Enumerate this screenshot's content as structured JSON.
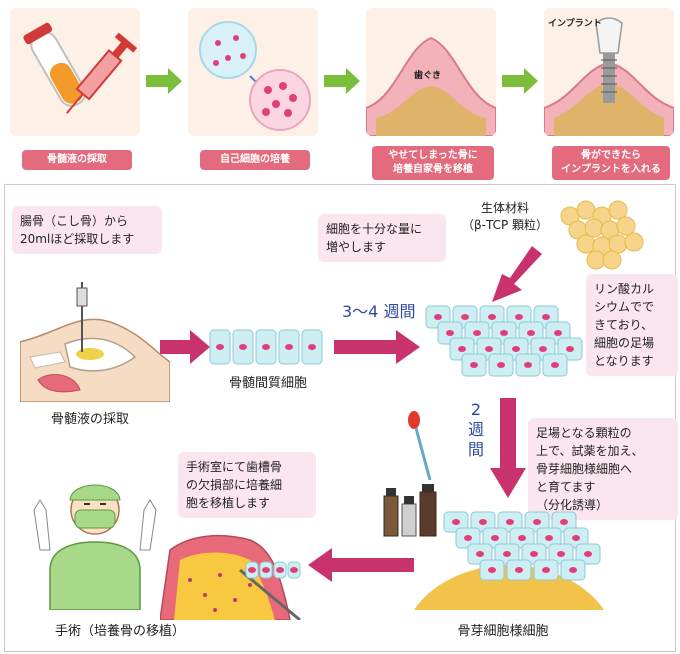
{
  "top_steps": [
    {
      "caption": "骨髄液の採取"
    },
    {
      "caption": "自己細胞の培養"
    },
    {
      "caption_lines": [
        "やせてしまった骨に",
        "培養自家骨を移植"
      ],
      "sub_label": "歯ぐき"
    },
    {
      "caption_lines": [
        "骨ができたら",
        "インプラントを入れる"
      ],
      "sub_label": "インプラント"
    }
  ],
  "notes": {
    "iliac": [
      "腸骨（こし骨）から",
      "20mlほど採取します"
    ],
    "increase": [
      "細胞を十分な量に",
      "増やします"
    ],
    "material_title": [
      "生体材料",
      "（β-TCP 顆粒）"
    ],
    "calcium": [
      "リン酸カル",
      "シウムでで",
      "きており、",
      "細胞の足場",
      "となります"
    ],
    "scaffold": [
      "足場となる顆粒の",
      "上で、試薬を加え、",
      "骨芽細胞様細胞へ",
      "と育てます",
      "（分化誘導）"
    ],
    "surgery": [
      "手術室にて歯槽骨",
      "の欠損部に培養細",
      "胞を移植します"
    ]
  },
  "labels": {
    "bone_marrow_collection": "骨髄液の採取",
    "mesenchymal": "骨髄間質細胞",
    "osteoblast": "骨芽細胞様細胞",
    "surgery": "手術（培養骨の移植）",
    "weeks_34": "3～4 週間",
    "weeks_2": [
      "2",
      "週",
      "間"
    ]
  },
  "colors": {
    "top_panel_bg": "#fdf0e6",
    "pink_pill": "#e46a7e",
    "green_arrow": "#7dbd3c",
    "magenta_arrow": "#c8336e",
    "note_bg": "#fbe6ef",
    "cell": "#cfeef3",
    "cell_nucleus": "#e0407a",
    "blue_text": "#2e4aa0"
  }
}
